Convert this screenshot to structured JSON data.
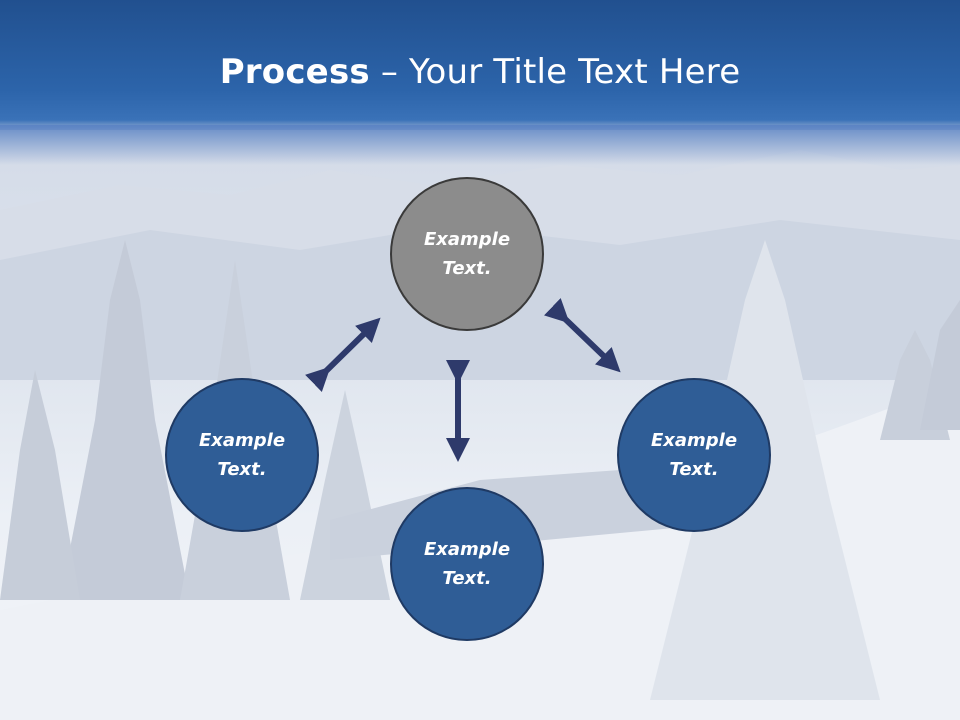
{
  "title": {
    "bold": "Process",
    "rest": " – Your Title Text Here"
  },
  "nodes": {
    "top": {
      "line1": "Example",
      "line2": "Text."
    },
    "left": {
      "line1": "Example",
      "line2": "Text."
    },
    "right": {
      "line1": "Example",
      "line2": "Text."
    },
    "bottom": {
      "line1": "Example",
      "line2": "Text."
    }
  },
  "colors": {
    "header": "#2c64aa",
    "node_blue": "#2f5d96",
    "node_gray": "#8c8c8c",
    "arrow": "#2e3a6b"
  }
}
